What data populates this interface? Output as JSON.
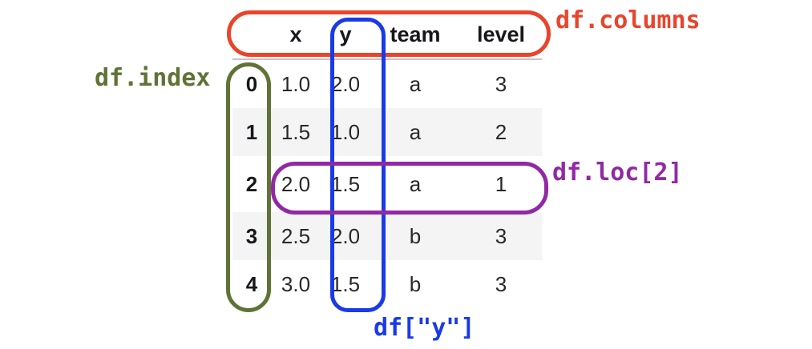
{
  "table": {
    "columns": [
      "",
      "x",
      "y",
      "team",
      "level"
    ],
    "index": [
      "0",
      "1",
      "2",
      "3",
      "4"
    ],
    "rows": [
      {
        "index": "0",
        "x": "1.0",
        "y": "2.0",
        "team": "a",
        "level": "3"
      },
      {
        "index": "1",
        "x": "1.5",
        "y": "1.0",
        "team": "a",
        "level": "2"
      },
      {
        "index": "2",
        "x": "2.0",
        "y": "1.5",
        "team": "a",
        "level": "1"
      },
      {
        "index": "3",
        "x": "2.5",
        "y": "2.0",
        "team": "b",
        "level": "3"
      },
      {
        "index": "4",
        "x": "3.0",
        "y": "1.5",
        "team": "b",
        "level": "3"
      }
    ]
  },
  "annotations": {
    "columns": "df.columns",
    "index": "df.index",
    "loc": "df.loc[2]",
    "column_y": "df[\"y\"]"
  },
  "colors": {
    "columns": "#e8452c",
    "index": "#5f7336",
    "column_y": "#1a3ae8",
    "loc": "#9129a5",
    "stripe": "#f4f4f4",
    "text": "#282828"
  }
}
